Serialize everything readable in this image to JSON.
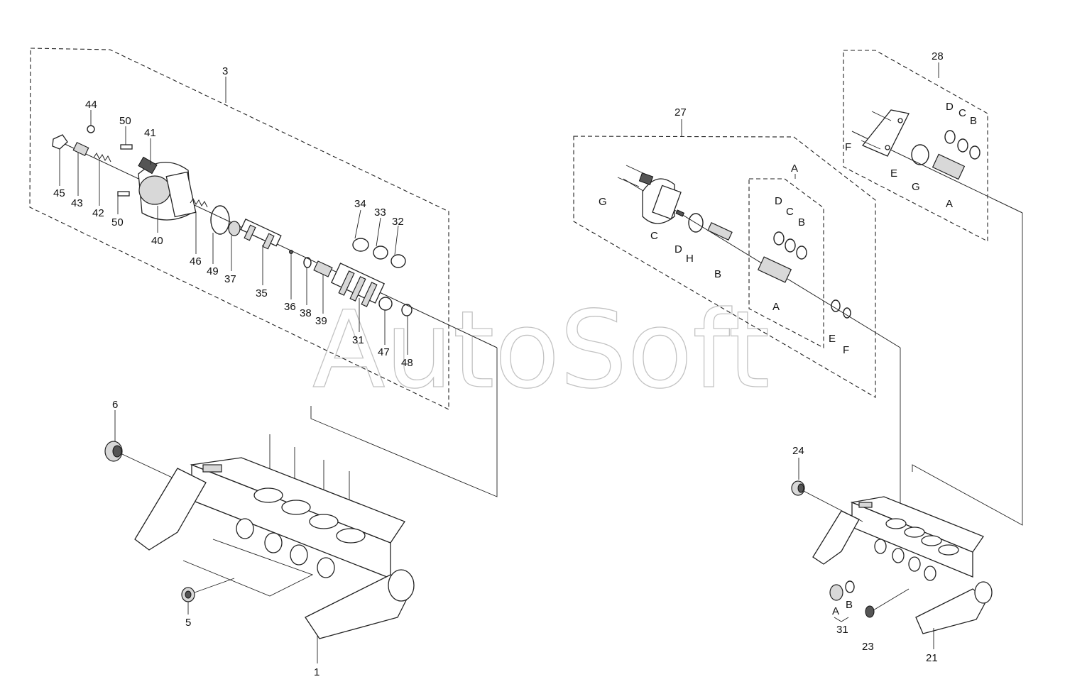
{
  "watermark": "AutoSoft",
  "left_labels": {
    "n1": "1",
    "n3": "3",
    "n5": "5",
    "n6": "6",
    "n31": "31",
    "n32": "32",
    "n33": "33",
    "n34": "34",
    "n35": "35",
    "n36": "36",
    "n37": "37",
    "n38": "38",
    "n39": "39",
    "n40": "40",
    "n41": "41",
    "n42": "42",
    "n43": "43",
    "n44": "44",
    "n45": "45",
    "n46": "46",
    "n47": "47",
    "n48": "48",
    "n49": "49",
    "n50a": "50",
    "n50b": "50"
  },
  "right_labels": {
    "n21": "21",
    "n23": "23",
    "n24": "24",
    "n27": "27",
    "n28": "28",
    "n31": "31",
    "A_top": "A",
    "A_mid": "A",
    "A_28": "A",
    "A_bot": "A",
    "B_27": "B",
    "B_a": "B",
    "B_28": "B",
    "B_bot": "B",
    "C_27": "C",
    "C_a": "C",
    "C_28": "C",
    "D_27": "D",
    "D_a": "D",
    "D_28": "D",
    "E_27": "E",
    "E_28": "E",
    "F_27": "F",
    "F_28": "F",
    "G_27": "G",
    "G_28": "G",
    "H_27": "H"
  }
}
